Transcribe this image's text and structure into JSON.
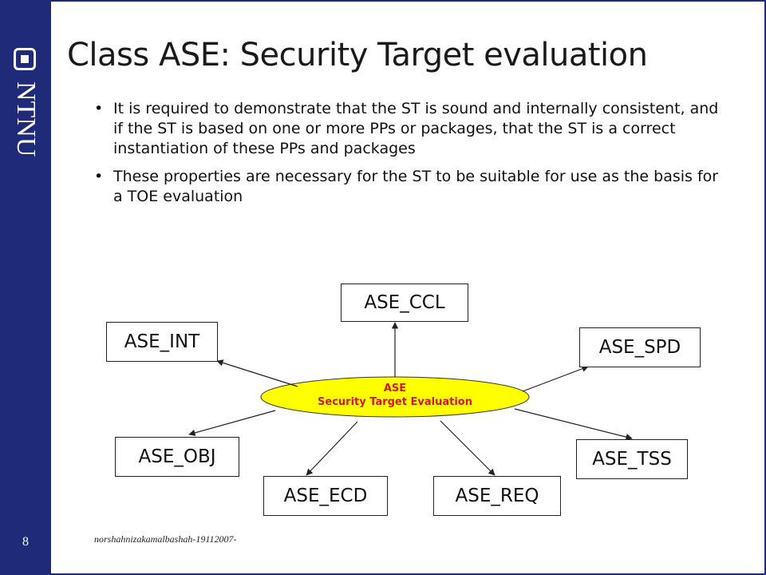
{
  "slide": {
    "title": "Class ASE: Security Target evaluation",
    "page_number": "8",
    "footer": "norshahnizakamalbashah-19112007-",
    "logo_text": "NTNU"
  },
  "bullets": [
    "It is required to demonstrate that the ST is sound and internally consistent, and if the ST is based on one or more PPs or packages, that the ST is a correct instantiation of these PPs and packages",
    "These properties are necessary for the ST to be suitable for use as the basis for a TOE evaluation"
  ],
  "diagram": {
    "center": {
      "line1": "ASE",
      "line2": "Security Target Evaluation",
      "fill_color": "#ffff00",
      "text_color": "#d11a1a"
    },
    "nodes": {
      "ccl": "ASE_CCL",
      "int": "ASE_INT",
      "spd": "ASE_SPD",
      "obj": "ASE_OBJ",
      "tss": "ASE_TSS",
      "ecd": "ASE_ECD",
      "req": "ASE_REQ"
    }
  },
  "colors": {
    "sidebar": "#1f2a78",
    "ellipse_fill": "#ffff00",
    "ellipse_text": "#d11a1a"
  }
}
